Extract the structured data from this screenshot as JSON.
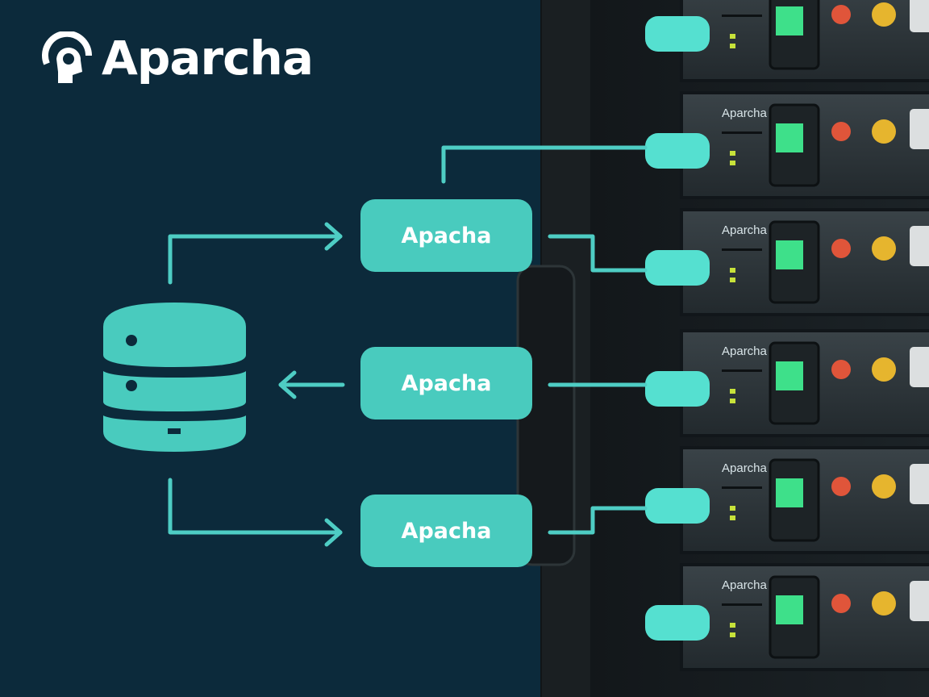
{
  "brand": {
    "name": "Aparcha",
    "icon": "head-signal-icon"
  },
  "services": [
    {
      "label": "Apacha"
    },
    {
      "label": "Apacha"
    },
    {
      "label": "Apacha"
    }
  ],
  "servers": [
    {
      "label": "Aparcha"
    },
    {
      "label": "Aparcha"
    },
    {
      "label": "Aparcha"
    },
    {
      "label": "Aparcha"
    },
    {
      "label": "Aparcha"
    }
  ],
  "colors": {
    "background": "#0c2a3b",
    "accent": "#49cbbe",
    "rack": "#2a3236"
  }
}
